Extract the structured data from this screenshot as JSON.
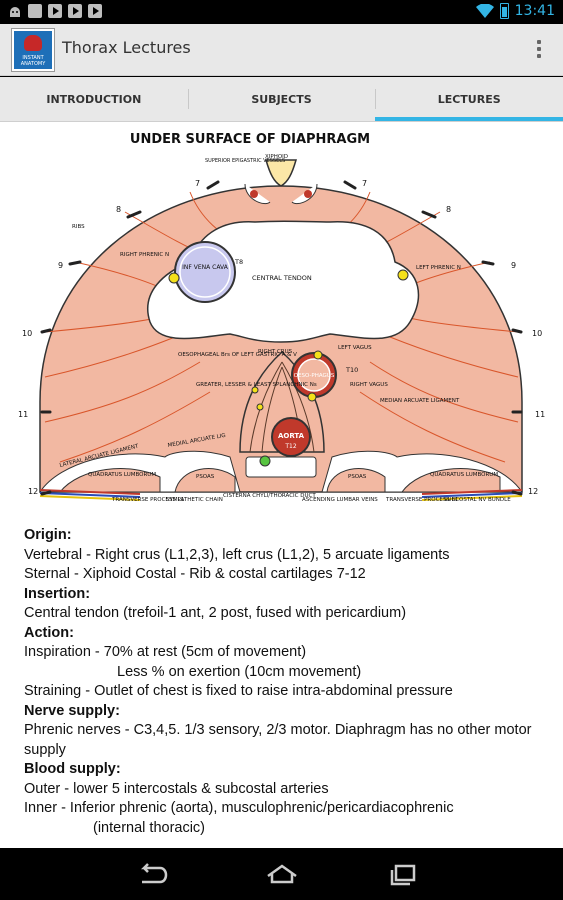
{
  "status_bar": {
    "time": "13:41"
  },
  "action_bar": {
    "title": "Thorax Lectures",
    "app_icon_text": "INSTANT ANATOMY"
  },
  "tabs": [
    {
      "label": "INTRODUCTION",
      "active": false
    },
    {
      "label": "SUBJECTS",
      "active": false
    },
    {
      "label": "LECTURES",
      "active": true
    }
  ],
  "diagram": {
    "title": "UNDER SURFACE OF DIAPHRAGM",
    "labels": {
      "xiphoid": "XIPHOID",
      "superior_epigastric": "SUPERIOR EPIGASTRIC VESSELS",
      "ribs": "RIBS",
      "right_phrenic": "RIGHT PHRENIC N",
      "inf_vena_cava": "INF VENA CAVA",
      "t8": "T8",
      "central_tendon": "CENTRAL TENDON",
      "left_phrenic": "LEFT PHRENIC N",
      "oesophageal": "OESOPHAGEAL Brs OF LEFT GASTRIC A & V",
      "right_crus": "RIGHT CRUS",
      "left_vagus": "LEFT VAGUS",
      "oesophagus": "OESO-PHAGUS",
      "t10": "T10",
      "right_vagus": "RIGHT VAGUS",
      "splanchnic": "GREATER, LESSER & LEAST SPLANCHNIC Ns",
      "median_arcuate": "MEDIAN ARCUATE LIGAMENT",
      "aorta": "AORTA",
      "t12": "T12",
      "lateral_arcuate": "LATERAL ARCUATE LIGAMENT",
      "medial_arcuate": "MEDIAL ARCUATE LIG",
      "quadratus_left": "QUADRATUS LUMBORUM",
      "psoas_left": "PSOAS",
      "psoas_right": "PSOAS",
      "quadratus_right": "QUADRATUS LUMBORUM",
      "transverse_left": "TRANSVERSE PROCESS L1",
      "sympathetic": "SYMPATHETIC CHAIN",
      "cisterna": "CISTERNA CHYLI/THORACIC DUCT",
      "ascending_lumbar": "ASCENDING LUMBAR VEINS",
      "transverse_right": "TRANSVERSE PROCESS L1",
      "subcostal": "SUBCOSTAL NV BUNDLE",
      "rib_numbers": [
        "7",
        "7",
        "8",
        "8",
        "9",
        "9",
        "10",
        "10",
        "11",
        "11",
        "12",
        "12"
      ]
    }
  },
  "notes": {
    "origin_h": "Origin:",
    "origin_1": "Vertebral - Right crus (L1,2,3), left crus (L1,2), 5 arcuate ligaments",
    "origin_2": "Sternal - Xiphoid  Costal - Rib & costal cartilages 7-12",
    "insertion_h": "Insertion:",
    "insertion_1": "Central tendon (trefoil-1 ant, 2 post, fused with pericardium)",
    "action_h": "Action:",
    "action_1": "Inspiration - 70% at rest (5cm of movement)",
    "action_2": "Less % on exertion (10cm movement)",
    "action_3": "Straining -    Outlet of chest is fixed to raise intra-abdominal pressure",
    "nerve_h": "Nerve supply:",
    "nerve_1": "Phrenic nerves - C3,4,5. 1/3 sensory, 2/3 motor. Diaphragm has no other motor supply",
    "blood_h": "Blood supply:",
    "blood_1": "Outer - lower 5 intercostals & subcostal arteries",
    "blood_2": "Inner -  Inferior phrenic (aorta), musculophrenic/pericardiacophrenic",
    "blood_3": "(internal thoracic)"
  },
  "colors": {
    "accent": "#33b5e5",
    "muscle": "#f2b8a2",
    "muscle_line": "#d9562b",
    "tendon": "#ffffff",
    "vessel": "#c0392b",
    "nerve": "#f4e11a"
  }
}
